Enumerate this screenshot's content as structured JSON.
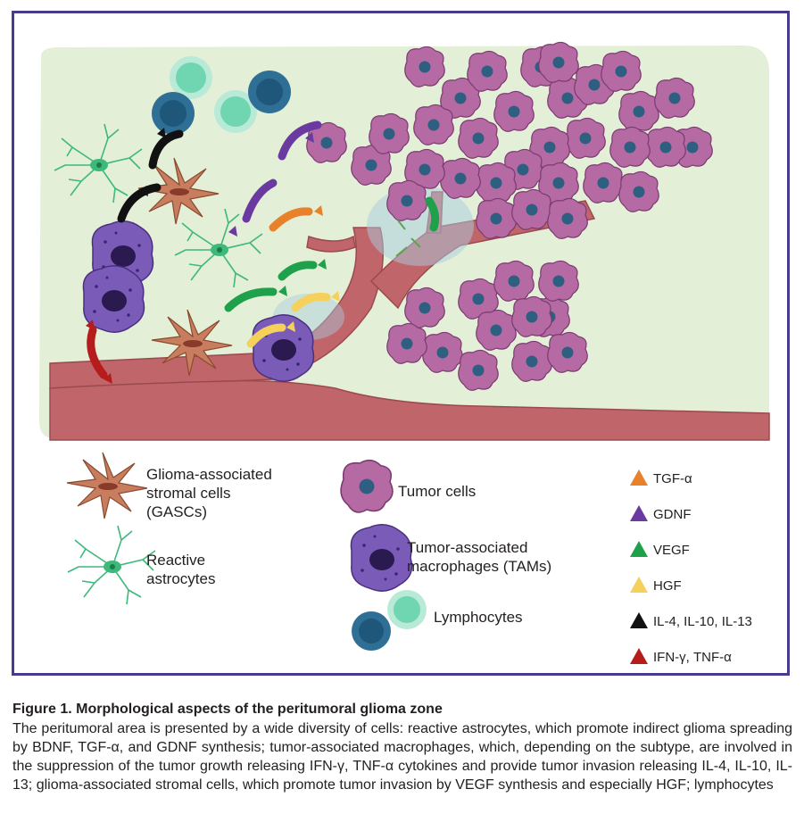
{
  "legend": {
    "gasc": "Glioma-associated\nstromal cells\n(GASCs)",
    "astrocytes": "Reactive\nastrocytes",
    "tumor_cells": "Tumor cells",
    "tams": "Tumor-associated\nmacrophages (TAMs)",
    "lymphocytes": "Lymphocytes"
  },
  "factors": [
    {
      "label": "TGF-α",
      "color": "#e8812a"
    },
    {
      "label": "GDNF",
      "color": "#6a3aa0"
    },
    {
      "label": "VEGF",
      "color": "#1fa04a"
    },
    {
      "label": "HGF",
      "color": "#f5d05a"
    },
    {
      "label": "IL-4, IL-10, IL-13",
      "color": "#111111"
    },
    {
      "label": "IFN-γ, TNF-α",
      "color": "#b71c1c"
    }
  ],
  "colors": {
    "frame": "#4a3a8c",
    "tissue": "#e3efd6",
    "vessel": "#c0666a",
    "tumor_cell": "#b56aa4",
    "tumor_nucleus": "#2e5f80",
    "macrophage": "#7a5cb8",
    "gasc": "#c97d5f",
    "astrocyte": "#3db97a",
    "lymphocyte_dark": "#2f6f95",
    "lymphocyte_light": "#6fd6b1"
  },
  "caption": {
    "title": "Figure 1. Morphological aspects of the peritumoral glioma zone",
    "body": "The peritumoral area is presented by a wide diversity of cells: reactive astrocytes, which promote indirect glioma spreading by BDNF, TGF-α, and GDNF synthesis; tumor-associated macrophages, which, depending on the subtype, are involved in the suppression of the tumor growth releasing IFN-γ, TNF-α cytokines and provide tumor invasion releasing IL-4, IL-10, IL-13; glioma-associated stromal cells, which promote tumor invasion by VEGF synthesis and especially HGF; lymphocytes"
  }
}
